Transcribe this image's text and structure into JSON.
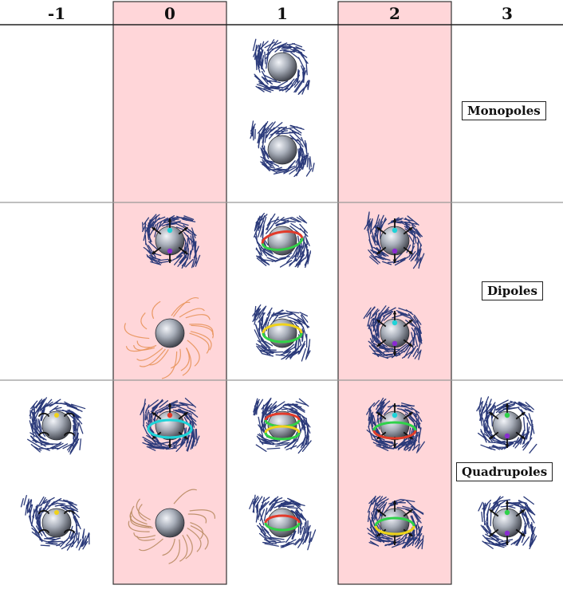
{
  "columns": [
    "-1",
    "0",
    "1",
    "2",
    "3"
  ],
  "rows": [
    "Monopoles",
    "Dipoles",
    "Quadrupoles"
  ],
  "colors": {
    "highlight": "#ffd6d9",
    "rule": "#999999",
    "field": "#2b3a7a",
    "sphere_light": "#d8dde6",
    "sphere_dark": "#3a3d46",
    "ring_red": "#e23a2a",
    "ring_green": "#2fd14a",
    "ring_yellow": "#f0d21a",
    "ring_cyan": "#1fd3d8",
    "orange_line": "#e8935a",
    "tan_line": "#b98b62"
  },
  "glyphs": [
    {
      "row": "Monopoles",
      "column": "1",
      "variant": "field-only"
    },
    {
      "row": "Monopoles",
      "column": "1",
      "variant": "field-only-tilted"
    },
    {
      "row": "Dipoles",
      "column": "0",
      "variant": "field-with-arrows"
    },
    {
      "row": "Dipoles",
      "column": "0",
      "variant": "orange-lines"
    },
    {
      "row": "Dipoles",
      "column": "1",
      "variant": "ring-red-green"
    },
    {
      "row": "Dipoles",
      "column": "1",
      "variant": "ring-green"
    },
    {
      "row": "Dipoles",
      "column": "2",
      "variant": "field-with-arrows"
    },
    {
      "row": "Dipoles",
      "column": "2",
      "variant": "field-with-arrows"
    },
    {
      "row": "Quadrupoles",
      "column": "-1",
      "variant": "field-with-curls"
    },
    {
      "row": "Quadrupoles",
      "column": "-1",
      "variant": "field-with-curls-tilted"
    },
    {
      "row": "Quadrupoles",
      "column": "0",
      "variant": "ring-cyan-arrows"
    },
    {
      "row": "Quadrupoles",
      "column": "0",
      "variant": "tan-lines"
    },
    {
      "row": "Quadrupoles",
      "column": "1",
      "variant": "double-ring"
    },
    {
      "row": "Quadrupoles",
      "column": "1",
      "variant": "single-ring-tilted"
    },
    {
      "row": "Quadrupoles",
      "column": "2",
      "variant": "ring-rainbow-arrows"
    },
    {
      "row": "Quadrupoles",
      "column": "2",
      "variant": "ring-green-arrows"
    },
    {
      "row": "Quadrupoles",
      "column": "3",
      "variant": "field-with-arrows-green"
    },
    {
      "row": "Quadrupoles",
      "column": "3",
      "variant": "field-with-arrows-green"
    }
  ]
}
